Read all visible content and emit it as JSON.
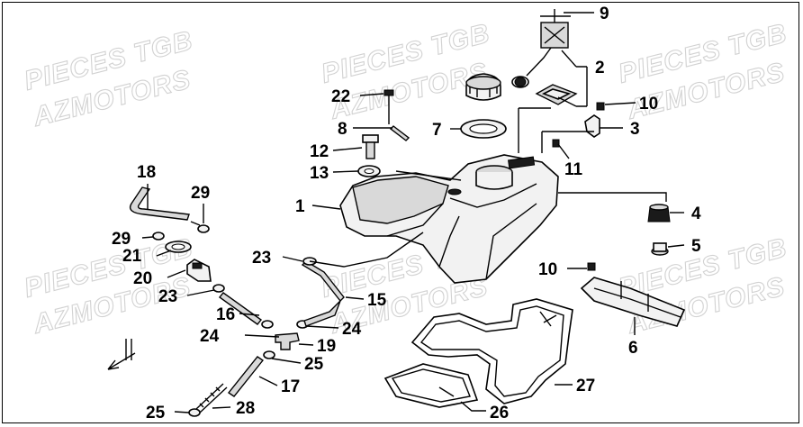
{
  "watermark": {
    "line1": "PIECES TGB",
    "line2": "AZMOTORS"
  },
  "callouts": {
    "c1": "1",
    "c2": "2",
    "c3": "3",
    "c4": "4",
    "c5": "5",
    "c6": "6",
    "c7": "7",
    "c8": "8",
    "c9": "9",
    "c10a": "10",
    "c10b": "10",
    "c11": "11",
    "c12": "12",
    "c13": "13",
    "c15": "15",
    "c16": "16",
    "c17": "17",
    "c18": "18",
    "c19": "19",
    "c20": "20",
    "c21": "21",
    "c22": "22",
    "c23a": "23",
    "c23b": "23",
    "c24a": "24",
    "c24b": "24",
    "c25a": "25",
    "c25b": "25",
    "c26": "26",
    "c27": "27",
    "c28": "28",
    "c29a": "29",
    "c29b": "29"
  }
}
